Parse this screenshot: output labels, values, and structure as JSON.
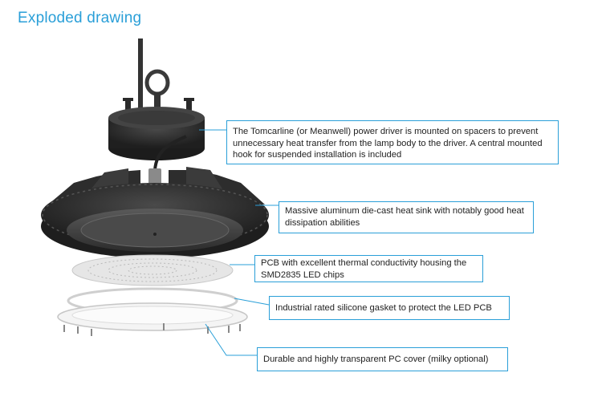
{
  "title": "Exploded drawing",
  "callouts": [
    {
      "id": "driver",
      "text": "The Tomcarline (or Meanwell) power driver is mounted on spacers to prevent unnecessary heat transfer from the lamp body to the driver. A central mounted hook for suspended installation is included"
    },
    {
      "id": "heatsink",
      "text": "Massive aluminum die-cast heat sink with notably good heat dissipation abilities"
    },
    {
      "id": "pcb",
      "text": "PCB with excellent thermal conductivity housing the SMD2835 LED chips"
    },
    {
      "id": "gasket",
      "text": "Industrial rated silicone gasket to protect the LED PCB"
    },
    {
      "id": "cover",
      "text": "Durable and highly transparent PC cover (milky optional)"
    }
  ],
  "colors": {
    "accent": "#2a9fd8",
    "metal": "#2b2b2b",
    "text": "#222222"
  }
}
